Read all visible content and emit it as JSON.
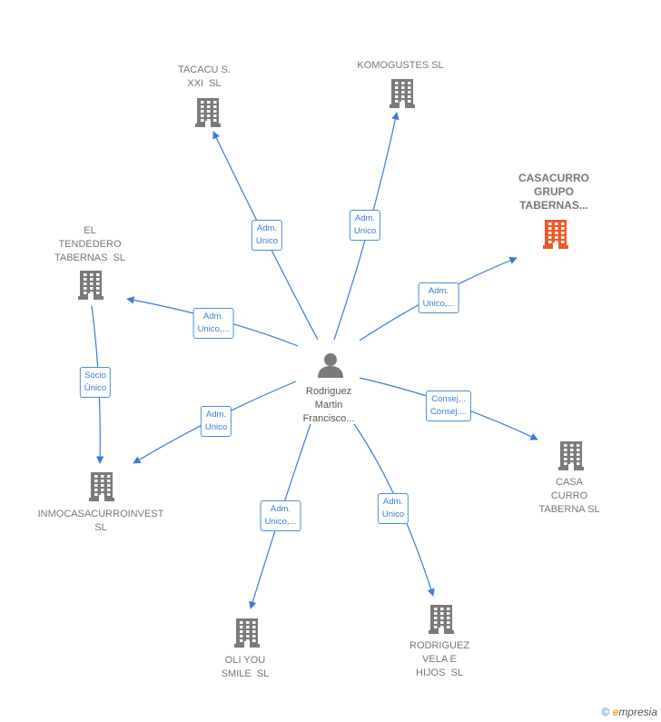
{
  "colors": {
    "edge": "#3a7bd5",
    "building": "#7a7a7a",
    "building_highlight": "#f05a28",
    "person": "#7a7a7a"
  },
  "center": {
    "name": "Rodriguez\nMartin\nFrancisco...",
    "icon": "person-icon"
  },
  "companies": [
    {
      "id": "tacacu",
      "name": "TACACU S.\nXXI  SL",
      "icon": "building-icon",
      "highlight": false
    },
    {
      "id": "komogustes",
      "name": "KOMOGUSTES SL",
      "icon": "building-icon",
      "highlight": false
    },
    {
      "id": "casacurro_grupo",
      "name": "CASACURRO\nGRUPO\nTABERNAS...",
      "icon": "building-icon",
      "highlight": true
    },
    {
      "id": "el_tendedero",
      "name": "EL\nTENDEDERO\nTABERNAS  SL",
      "icon": "building-icon",
      "highlight": false
    },
    {
      "id": "inmocasacurro",
      "name": "INMOCASACURROINVEST\nSL",
      "icon": "building-icon",
      "highlight": false
    },
    {
      "id": "casa_curro",
      "name": "CASA\nCURRO\nTABERNA SL",
      "icon": "building-icon",
      "highlight": false
    },
    {
      "id": "oli_you",
      "name": "OLI YOU\nSMILE  SL",
      "icon": "building-icon",
      "highlight": false
    },
    {
      "id": "rodriguez_vela",
      "name": "RODRIGUEZ\nVELA E\nHIJOS  SL",
      "icon": "building-icon",
      "highlight": false
    }
  ],
  "edges": [
    {
      "from": "center",
      "to": "tacacu",
      "label": "Adm.\nUnico"
    },
    {
      "from": "center",
      "to": "komogustes",
      "label": "Adm.\nUnico"
    },
    {
      "from": "center",
      "to": "casacurro_grupo",
      "label": "Adm.\nUnico,..."
    },
    {
      "from": "center",
      "to": "el_tendedero",
      "label": "Adm.\nUnico,..."
    },
    {
      "from": "center",
      "to": "inmocasacurro",
      "label": "Adm.\nUnico"
    },
    {
      "from": "center",
      "to": "casa_curro",
      "label": "Consej. .\nConsej...."
    },
    {
      "from": "center",
      "to": "oli_you",
      "label": "Adm.\nUnico,..."
    },
    {
      "from": "center",
      "to": "rodriguez_vela",
      "label": "Adm.\nUnico"
    },
    {
      "from": "el_tendedero",
      "to": "inmocasacurro",
      "label": "Socio\nÚnico"
    }
  ],
  "footer": {
    "copyright": "©",
    "brand_e": "e",
    "brand_rest": "mpresia"
  }
}
